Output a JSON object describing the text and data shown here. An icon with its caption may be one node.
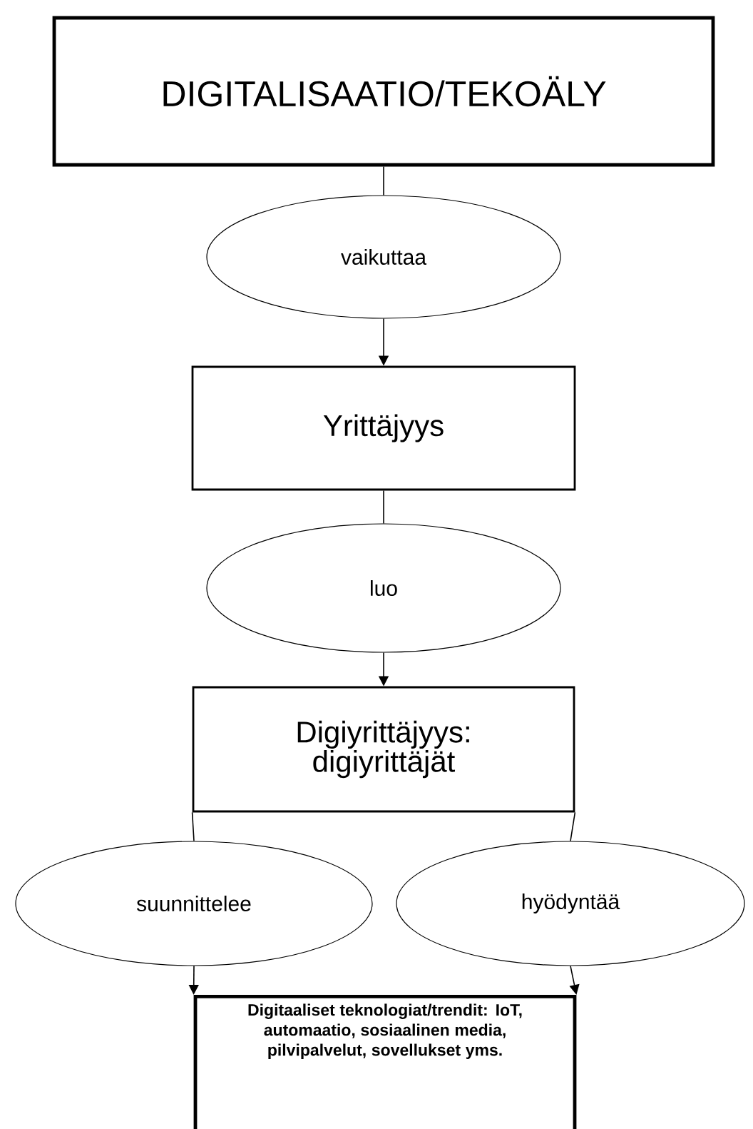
{
  "diagram": {
    "nodes": [
      {
        "text": [
          "DIGITALISAATIO/TEKOÄLY"
        ]
      },
      {
        "text": [
          "vaikuttaa"
        ]
      },
      {
        "text": [
          "Yrittäjyys"
        ]
      },
      {
        "text": [
          "luo"
        ]
      },
      {
        "text": [
          "Digiyrittäjyys: digiyrittäjät"
        ]
      },
      {
        "text": [
          "suunnittelee"
        ]
      },
      {
        "text": [
          "hyödyntää"
        ]
      },
      {
        "text": [
          "Digitaaliset teknologiat/trendit: IoT, automaatio, sosiaalinen media, pilvipalvelut, sovellukset yms."
        ]
      }
    ],
    "edges": [
      {
        "from": 0,
        "to": 1,
        "arrow": "none"
      },
      {
        "from": 1,
        "to": 2,
        "arrow": "to"
      },
      {
        "from": 2,
        "to": 3,
        "arrow": "none"
      },
      {
        "from": 3,
        "to": 4,
        "arrow": "to"
      },
      {
        "from": 4,
        "to": 5,
        "arrow": "none"
      },
      {
        "from": 4,
        "to": 6,
        "arrow": "none"
      },
      {
        "from": 5,
        "to": 7,
        "arrow": "to"
      },
      {
        "from": 6,
        "to": 7,
        "arrow": "to"
      }
    ]
  }
}
